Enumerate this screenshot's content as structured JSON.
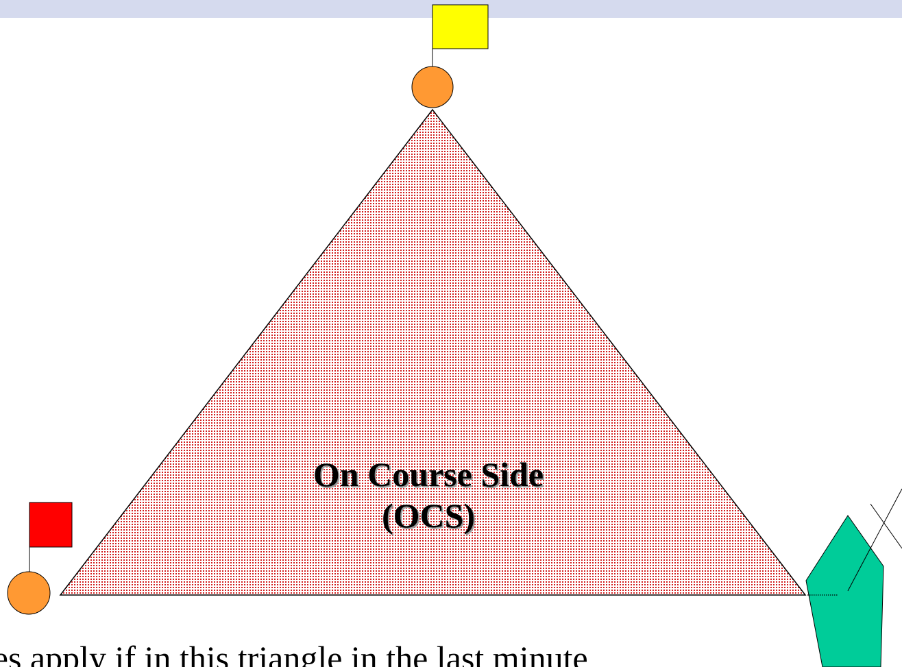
{
  "slide": {
    "label_line1": "On Course Side",
    "label_line2": "(OCS)",
    "caption": "ties apply if in this triangle in the last minute"
  },
  "colors": {
    "top_band": "#d5daee",
    "triangle_dots": "#d21f1f",
    "mark_buoy": "#ff9933",
    "top_flag": "#ffff00",
    "pin_flag": "#ff0000",
    "committee_boat": "#00cc99"
  }
}
